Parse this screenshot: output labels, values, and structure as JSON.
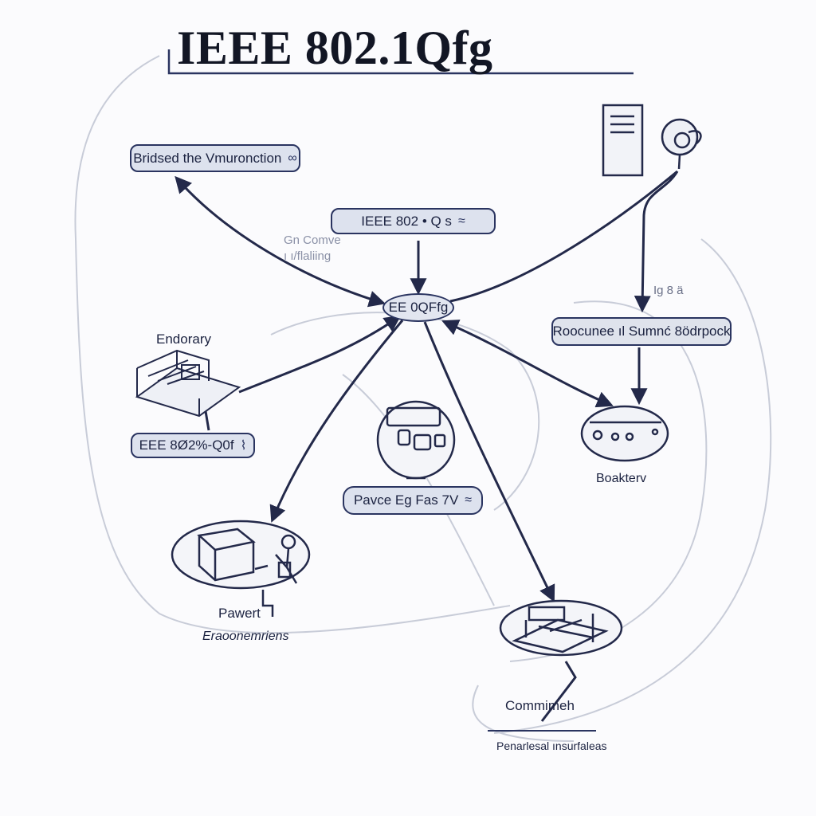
{
  "title": "IEEE 802.1Qfg",
  "hub": {
    "label": "EE 0QFfg"
  },
  "nodes": {
    "top_left_box": {
      "label": "Bridsed the Vmuronction",
      "icon": "link-icon"
    },
    "center_top_box": {
      "label": "IEEE 802 • Q s",
      "icon": "signal-icon"
    },
    "right_box": {
      "label": "Roocunee ıl Sumnć 8ödrpock"
    },
    "left_mid_box": {
      "label": "EEE 8Ø2%-Q0f",
      "icon": "wifi-icon"
    },
    "center_box": {
      "label": "Pavce Eg Fas 7V",
      "icon": "signal-icon"
    }
  },
  "labels": {
    "endorary": "Endorary",
    "boakterv": "Boakterv",
    "pawert": "Pawert",
    "eraooners": "Eraoonemriens",
    "commimeh": "Commimeh",
    "penarlesal": "Penarlesal ınsurfaleas",
    "small_right": "Ig 8 ä",
    "faint_line1": "Gn Comve",
    "faint_line2": "ı ı/flaliing"
  },
  "colors": {
    "ink": "#1e2540",
    "pill_fill": "#dde2ee",
    "line": "#23294a",
    "background": "#fbfbfd"
  }
}
